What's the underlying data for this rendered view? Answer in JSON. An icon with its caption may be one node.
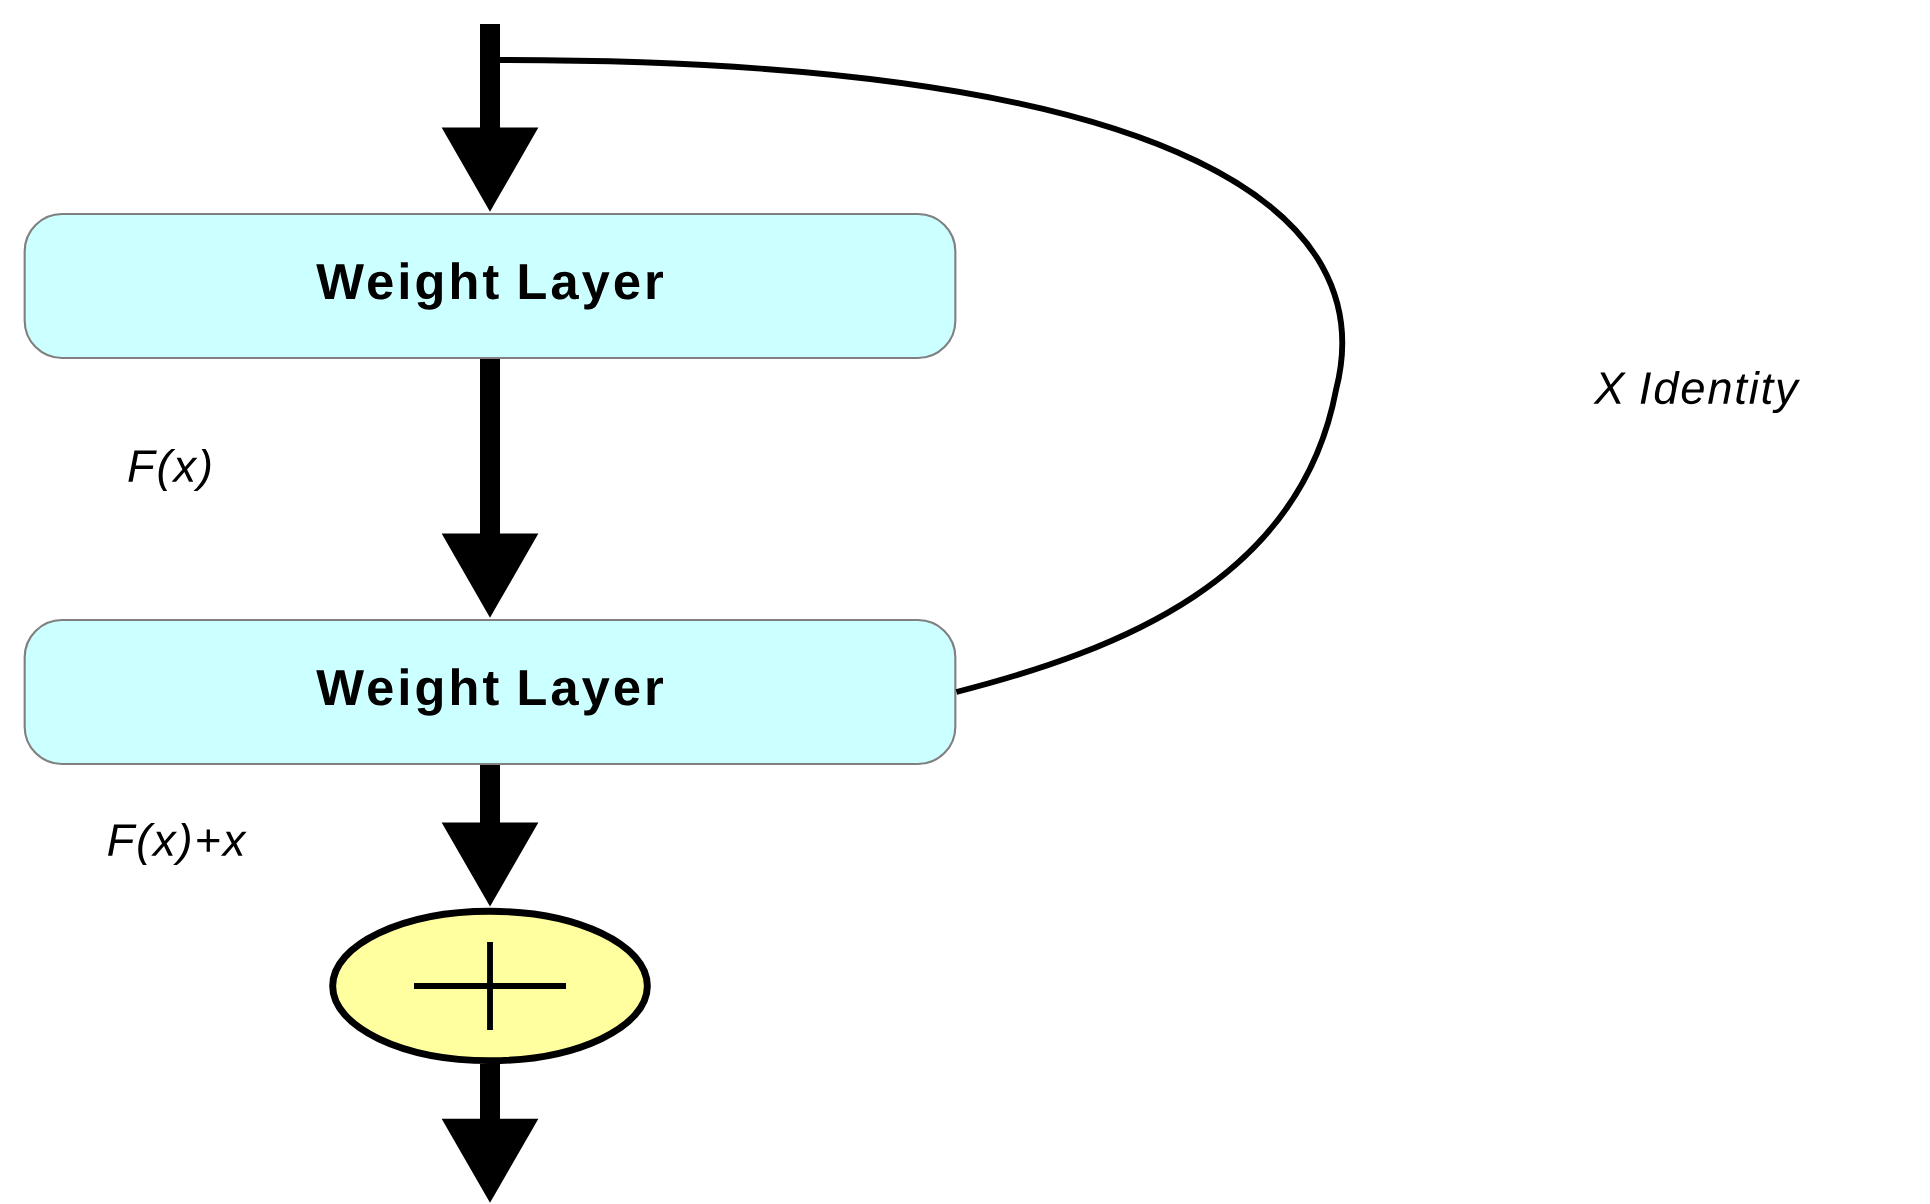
{
  "diagram": {
    "nodes": [
      {
        "text": [
          "Weight Layer"
        ]
      },
      {
        "text": [
          "Weight Layer"
        ]
      },
      {
        "text": [],
        "shape": "circle"
      }
    ],
    "edges": [
      {
        "from": null,
        "to": 0,
        "arrow": "to"
      },
      {
        "from": 0,
        "to": 1,
        "arrow": "to"
      },
      {
        "from": 1,
        "to": 2,
        "arrow": "to"
      },
      {
        "from": 2,
        "to": null,
        "arrow": "to"
      },
      {
        "from": null,
        "to": 1,
        "arrow": "none"
      }
    ],
    "labels": [
      "X Identity",
      "F(x)",
      "F(x)+x"
    ]
  }
}
